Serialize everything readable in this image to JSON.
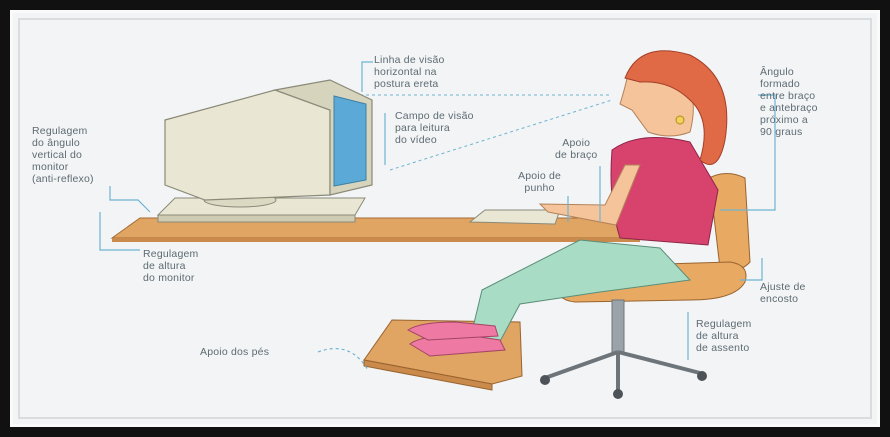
{
  "labels": {
    "linha_visao": "Linha de visão\nhorizontal na\npostura ereta",
    "campo_visao": "Campo de visão\npara leitura\ndo vídeo",
    "angulo_vertical": "Regulagem\ndo ângulo\nvertical do\nmonitor\n(anti-reflexo)",
    "regulagem_altura_monitor": "Regulagem\nde altura\ndo monitor",
    "apoio_braco": "Apoio\nde braço",
    "apoio_punho": "Apoio de\npunho",
    "angulo_braco": "Ângulo\nformado\nentre braço\ne antebraço\npróximo a\n90 graus",
    "ajuste_encosto": "Ajuste de\nencosto",
    "regulagem_assento": "Regulagem\nde altura\nde assento",
    "apoio_pes": "Apoio dos pés"
  },
  "colors": {
    "label_text": "#5e6b73",
    "leader_line": "#6fb3d2",
    "desk": "#e0a463",
    "skin": "#f5c49a",
    "hair": "#e06a45",
    "shirt": "#d8436e",
    "pants": "#a9dcc4",
    "shoes": "#ee7aa3",
    "chair": "#e8aa63",
    "monitor": "#e9e7d4",
    "screen": "#5aa9d6"
  }
}
